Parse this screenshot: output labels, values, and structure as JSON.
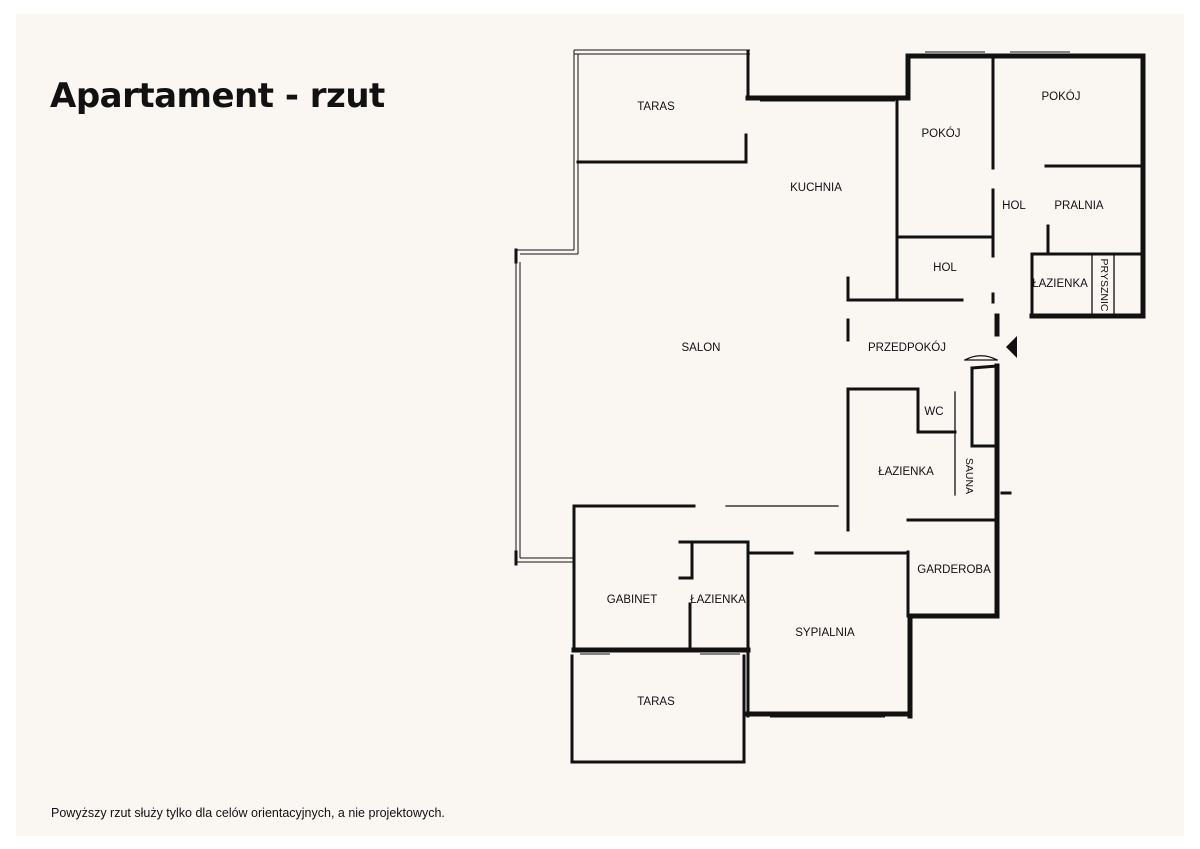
{
  "title": "Apartament - rzut",
  "footnote": "Powyższy rzut służy tylko dla celów orientacyjnych, a nie projektowych.",
  "rooms": [
    {
      "key": "taras-top",
      "label": "TARAS"
    },
    {
      "key": "kuchnia",
      "label": "KUCHNIA"
    },
    {
      "key": "pokoj-left",
      "label": "POKÓJ"
    },
    {
      "key": "pokoj-right",
      "label": "POKÓJ"
    },
    {
      "key": "hol-upper",
      "label": "HOL"
    },
    {
      "key": "pralnia",
      "label": "PRALNIA"
    },
    {
      "key": "hol-lower",
      "label": "HOL"
    },
    {
      "key": "lazienka-ne",
      "label": "ŁAZIENKA"
    },
    {
      "key": "prysznic",
      "label": "PRYSZNIC"
    },
    {
      "key": "salon",
      "label": "SALON"
    },
    {
      "key": "przedpokoj",
      "label": "PRZEDPOKÓJ"
    },
    {
      "key": "wc",
      "label": "WC"
    },
    {
      "key": "lazienka-mid",
      "label": "ŁAZIENKA"
    },
    {
      "key": "sauna",
      "label": "SAUNA"
    },
    {
      "key": "garderoba",
      "label": "GARDEROBA"
    },
    {
      "key": "gabinet",
      "label": "GABINET"
    },
    {
      "key": "lazienka-sw",
      "label": "ŁAZIENKA"
    },
    {
      "key": "sypialnia",
      "label": "SYPIALNIA"
    },
    {
      "key": "taras-bottom",
      "label": "TARAS"
    }
  ]
}
